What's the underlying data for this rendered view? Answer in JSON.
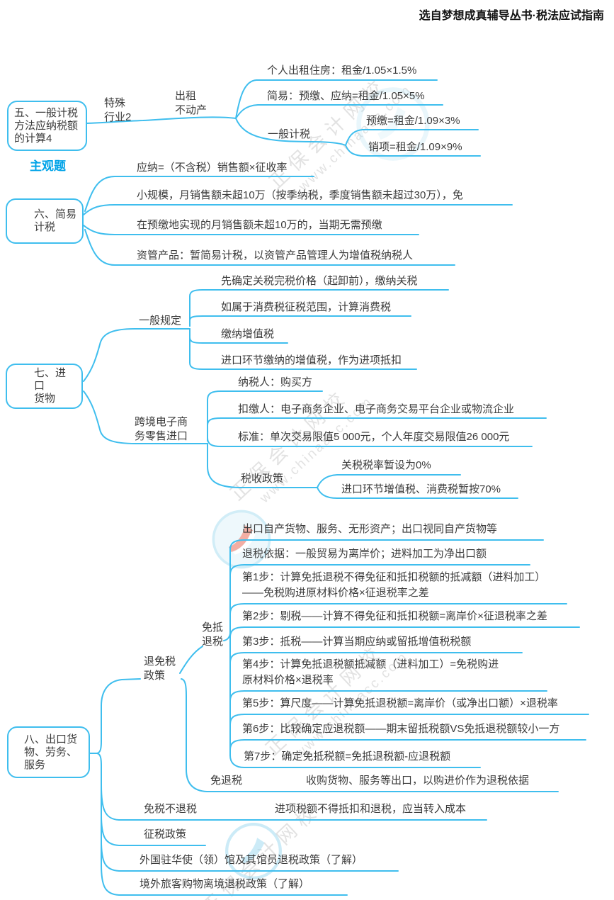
{
  "header": {
    "title": "选自梦想成真辅导丛书·税法应试指南"
  },
  "watermark": {
    "brand": "正保会计网校",
    "site": "www.chinaacc.com"
  },
  "colors": {
    "line": "#3fbeee",
    "text": "#3b3b3b",
    "note_blue": "#00a3e8"
  },
  "s5": {
    "node": "五、一般计税\n方法应纳税额\n的计算4",
    "note": "主观题",
    "special_industry": "特殊\n行业2",
    "rent_property": "出租\n不动产",
    "personal_rent": "个人出租住房：租金/1.05×1.5%",
    "simple_row": "简易：预缴、应纳=租金/1.05×5%",
    "general_label": "一般计税",
    "general_prepay": "预缴=租金/1.09×3%",
    "general_output": "销项=租金/1.09×9%"
  },
  "s6": {
    "node": "六、简易\n计税",
    "rows": [
      "应纳=（不含税）销售额×征收率",
      "小规模，月销售额未超10万（按季纳税，季度销售额未超过30万），免",
      "在预缴地实现的月销售额未超10万的，当期无需预缴",
      "资管产品：暂简易计税，以资管产品管理人为增值税纳税人"
    ]
  },
  "s7": {
    "node": "七、进口\n货物",
    "general_label": "一般规定",
    "general_rows": [
      "先确定关税完税价格（起卸前），缴纳关税",
      "如属于消费税征税范围，计算消费税",
      "缴纳增值税",
      "进口环节缴纳的增值税，作为进项抵扣"
    ],
    "cross_border_label": "跨境电子商\n务零售进口",
    "cross_rows": [
      "纳税人：购买方",
      "扣缴人：电子商务企业、电子商务交易平台企业或物流企业",
      "标准：单次交易限值5 000元，个人年度交易限值26 000元"
    ],
    "policy_label": "税收政策",
    "policy_rows": [
      "关税税率暂设为0%",
      "进口环节增值税、消费税暂按70%"
    ]
  },
  "s8": {
    "node": "八、出口货\n物、劳务、\n服务",
    "refund_policy_label": "退免税\n政策",
    "exempt_credit_refund_label": "免抵\n退税",
    "steps": [
      "出口自产货物、服务、无形资产；出口视同自产货物等",
      "退税依据：一般贸易为离岸价；进料加工为净出口额",
      "第1步：计算免抵退税不得免征和抵扣税额的抵减额（进料加工）\n——免税购进原材料价格×征退税率之差",
      "第2步：剔税——计算不得免征和抵扣税额=离岸价×征退税率之差",
      "第3步：抵税——计算当期应纳或留抵增值税税额",
      "第4步：计算免抵退税额抵减额（进料加工）=免税购进\n原材料价格×退税率",
      "第5步：算尺度——计算免抵退税额=离岸价（或净出口额）×退税率",
      "第6步：比较确定应退税额——期末留抵税额VS免抵退税额较小一方",
      "第7步：确定免抵税额=免抵退税额-应退税额"
    ],
    "exempt_refund_label": "免退税",
    "exempt_refund_text": "收购货物、服务等出口，以购进价作为退税依据",
    "exempt_no_refund_label": "免税不退税",
    "exempt_no_refund_text": "进项税额不得抵扣和退税，应当转入成本",
    "tax_policy": "征税政策",
    "diplomat_row": "外国驻华使（领）馆及其馆员退税政策（了解）",
    "overseas_row": "境外旅客购物离境退税政策（了解）"
  }
}
